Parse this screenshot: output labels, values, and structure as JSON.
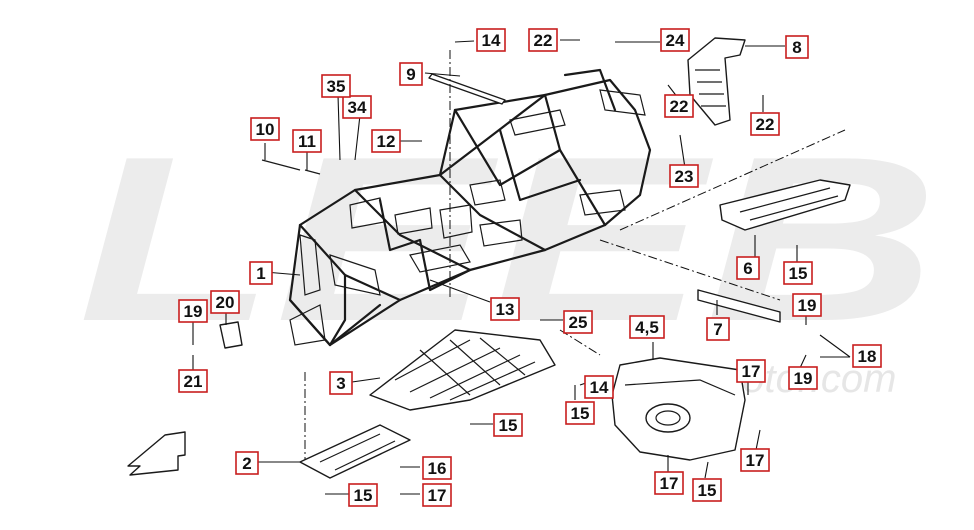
{
  "watermark": {
    "brand": "LEEB",
    "url": "leeb-motor.com"
  },
  "callouts": [
    {
      "text": "1"
    },
    {
      "text": "2"
    },
    {
      "text": "3"
    },
    {
      "text": "4,5"
    },
    {
      "text": "6"
    },
    {
      "text": "7"
    },
    {
      "text": "8"
    },
    {
      "text": "9"
    },
    {
      "text": "10"
    },
    {
      "text": "11"
    },
    {
      "text": "12"
    },
    {
      "text": "13"
    },
    {
      "text": "14"
    },
    {
      "text": "14"
    },
    {
      "text": "15"
    },
    {
      "text": "15"
    },
    {
      "text": "15"
    },
    {
      "text": "15"
    },
    {
      "text": "15"
    },
    {
      "text": "16"
    },
    {
      "text": "17"
    },
    {
      "text": "17"
    },
    {
      "text": "17"
    },
    {
      "text": "17"
    },
    {
      "text": "18"
    },
    {
      "text": "19"
    },
    {
      "text": "19"
    },
    {
      "text": "19"
    },
    {
      "text": "20"
    },
    {
      "text": "21"
    },
    {
      "text": "22"
    },
    {
      "text": "22"
    },
    {
      "text": "22"
    },
    {
      "text": "23"
    },
    {
      "text": "24"
    },
    {
      "text": "25"
    },
    {
      "text": "34"
    },
    {
      "text": "35"
    }
  ]
}
